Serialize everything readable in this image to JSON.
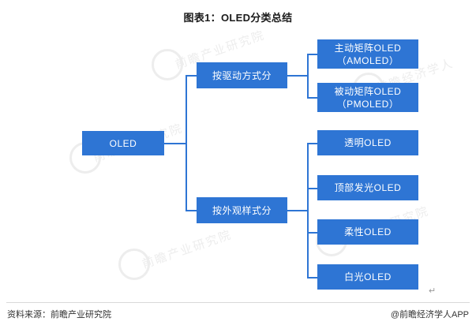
{
  "title": "图表1：OLED分类总结",
  "nodes": {
    "root": {
      "label": "OLED"
    },
    "branch1": {
      "label": "按驱动方式分"
    },
    "branch2": {
      "label": "按外观样式分"
    },
    "leaf1": {
      "line1": "主动矩阵OLED",
      "line2": "（AMOLED）"
    },
    "leaf2": {
      "line1": "被动矩阵OLED",
      "line2": "（PMOLED）"
    },
    "leaf3": {
      "label": "透明OLED"
    },
    "leaf4": {
      "label": "顶部发光OLED"
    },
    "leaf5": {
      "label": "柔性OLED"
    },
    "leaf6": {
      "label": "白光OLED"
    }
  },
  "footer": {
    "source": "资料来源：前瞻产业研究院",
    "credit": "@前瞻经济学人APP",
    "mark": "↵"
  },
  "watermarks": [
    "前瞻产业研究院",
    "前瞻产业研究院",
    "前瞻经济学人",
    "前瞻产业研究院",
    "前瞻产业研究院"
  ],
  "colors": {
    "node_fill": "#2e75d4",
    "node_text": "#ffffff",
    "connector": "#2e75d4",
    "title_text": "#1a1a1a"
  }
}
